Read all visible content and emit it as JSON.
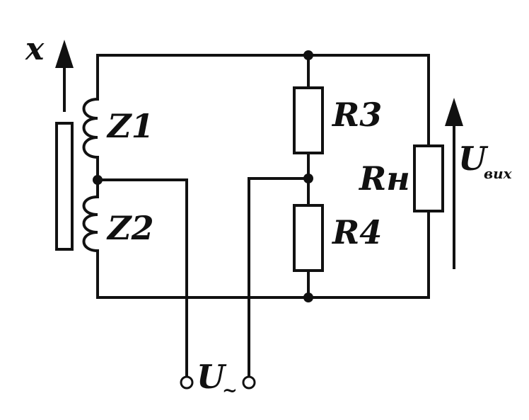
{
  "diagram": {
    "labels": {
      "x": "x",
      "z1": "Z1",
      "z2": "Z2",
      "r3": "R3",
      "r4": "R4",
      "rn": "Rн",
      "u_out_main": "U",
      "u_out_sub": "вих",
      "u_in_main": "U",
      "u_in_sub": "~"
    }
  }
}
